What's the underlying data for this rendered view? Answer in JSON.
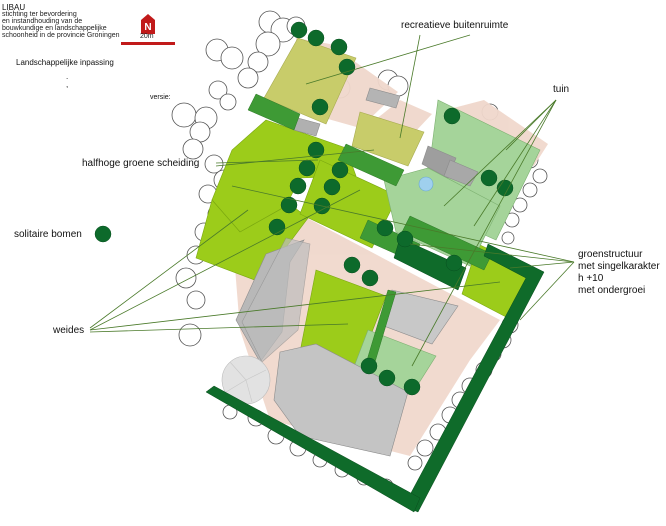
{
  "header": {
    "org_name": "LIBAU",
    "org_lines": [
      "stichting ter bevordering",
      "en instandhouding van de",
      "bouwkundige en landschappelijke",
      "schoonheid in de provincie Groningen"
    ],
    "title": "Landschappelijke inpassing",
    "version_label": "versie:",
    "north_letter": "N",
    "scale_label": "20m"
  },
  "labels": {
    "recreatieve": "recreatieve buitenruimte",
    "tuin": "tuin",
    "halfhoge": "halfhoge groene scheiding",
    "solitaire": "solitaire bomen",
    "weides": "weides",
    "groen_1": "groenstructuur",
    "groen_2": "met singelkarakter",
    "groen_3": "h +10",
    "groen_4": "met ondergroei"
  },
  "colors": {
    "meadow": "#9ccc1a",
    "recreation": "#c8cc6a",
    "garden": "#a5d49a",
    "hedge": "#3e9a35",
    "singel": "#0f6b2a",
    "tree": "#0d6a2b",
    "paving": "#f0d8cc",
    "building": "#c4c4c4",
    "building_dark": "#9e9e9e",
    "leader": "#4a7a2a",
    "north_red": "#c11a1a"
  }
}
